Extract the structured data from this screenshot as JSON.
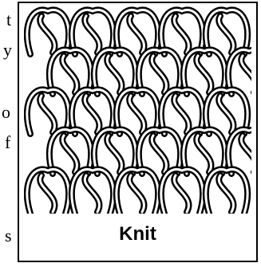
{
  "left_text_fragments": [
    "t",
    "y",
    "o",
    "f",
    "s"
  ],
  "figure": {
    "caption": "Knit",
    "icon": "knit-stitch-diagram",
    "stroke_color": "#000000",
    "background_color": "#ffffff"
  }
}
